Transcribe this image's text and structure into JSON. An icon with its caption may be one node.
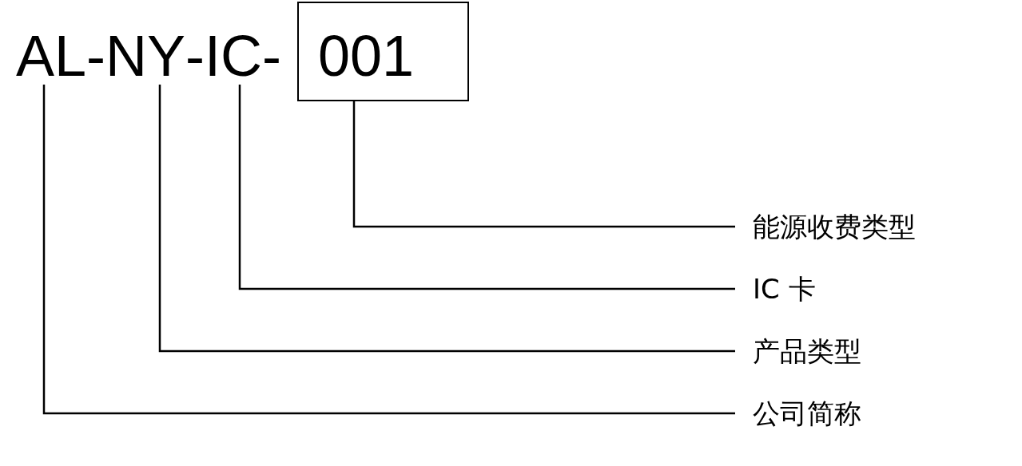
{
  "diagram": {
    "nodes": [
      {
        "text": [
          "AL"
        ]
      },
      {
        "text": [
          "NY"
        ]
      },
      {
        "text": [
          "IC"
        ]
      },
      {
        "text": [
          "001"
        ]
      },
      {
        "text": [
          "能源收费类型"
        ]
      },
      {
        "text": [
          "IC 卡"
        ]
      },
      {
        "text": [
          "产品类型"
        ]
      },
      {
        "text": [
          "公司简称"
        ]
      }
    ],
    "edges": [
      {
        "from": 4,
        "to": 3,
        "arrow": "none"
      },
      {
        "from": 5,
        "to": 2,
        "arrow": "none"
      },
      {
        "from": 6,
        "to": 1,
        "arrow": "none"
      },
      {
        "from": 7,
        "to": 0,
        "arrow": "none"
      }
    ],
    "labels": [
      "-",
      "-",
      "-"
    ]
  }
}
